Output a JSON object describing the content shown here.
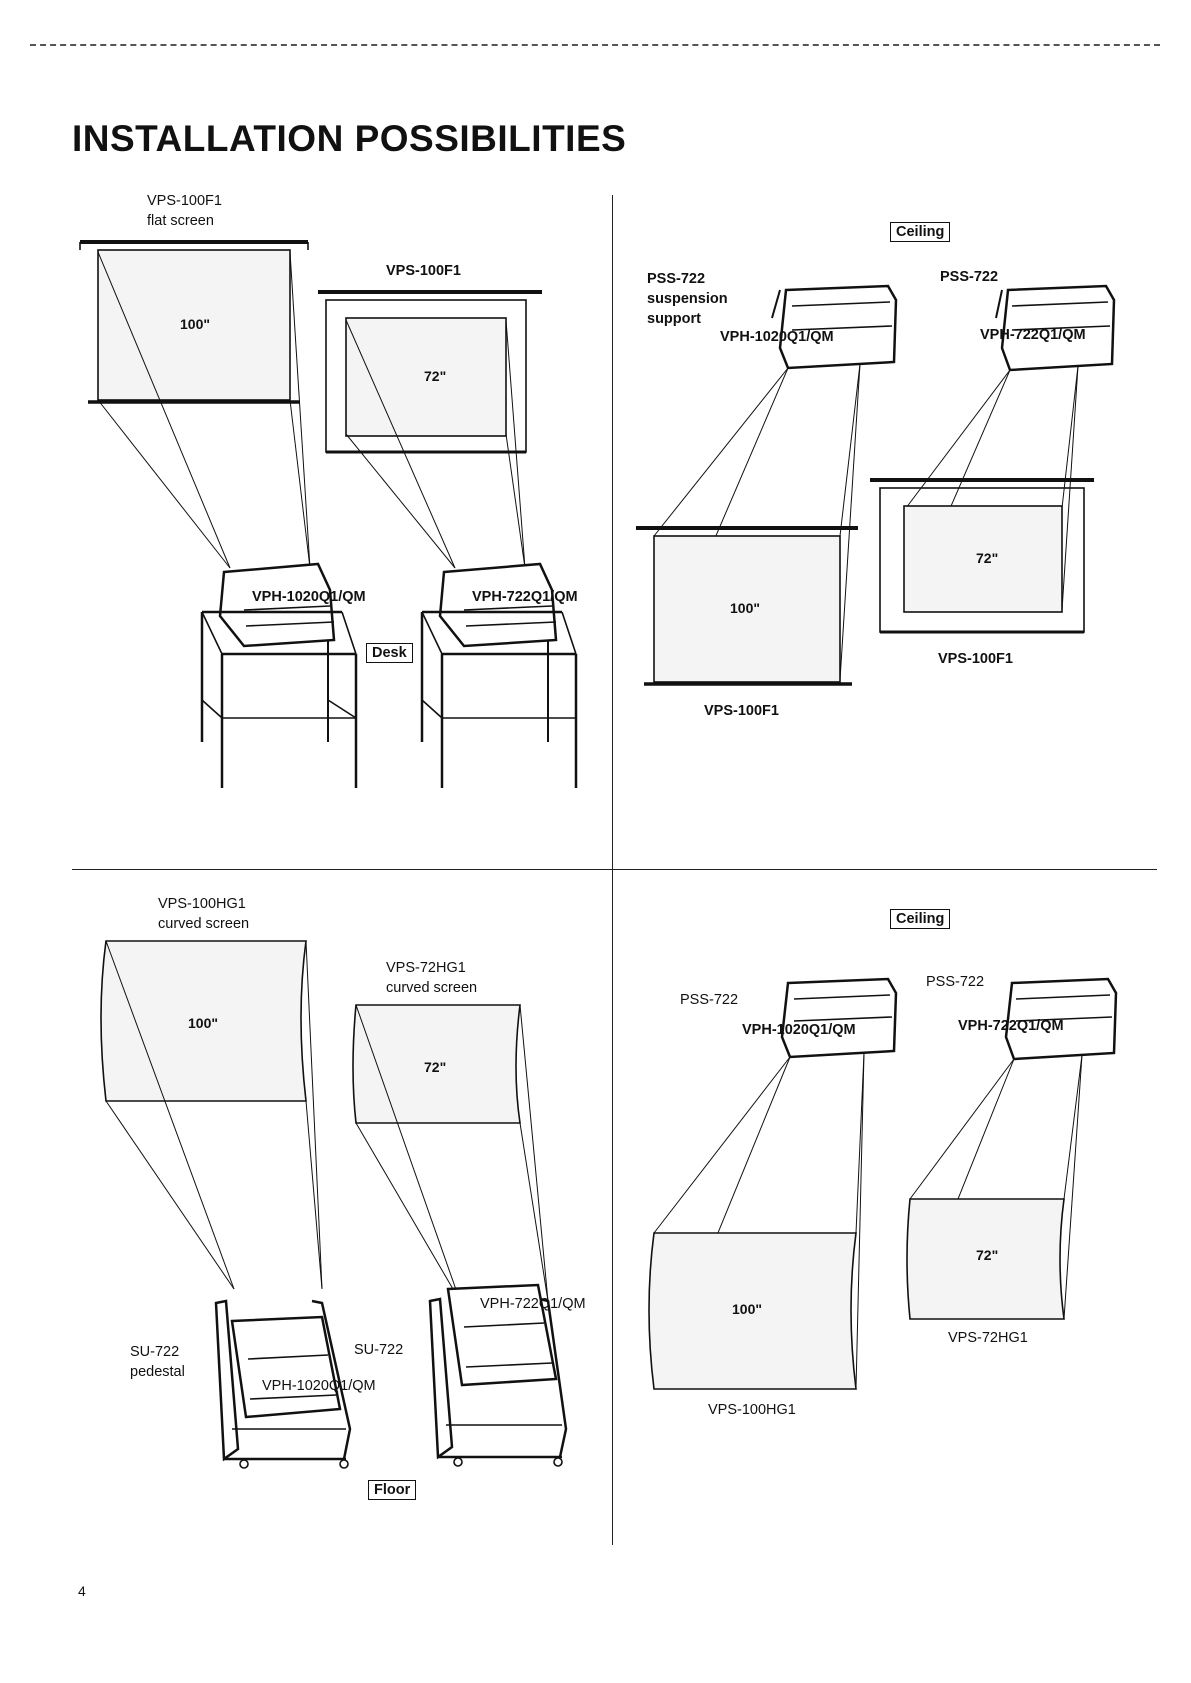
{
  "title": "INSTALLATION POSSIBILITIES",
  "page_number": "4",
  "desk_panel": {
    "screen_large_line1": "VPS-100F1",
    "screen_large_line2": "flat screen",
    "screen_small": "VPS-100F1",
    "size_large": "100\"",
    "size_small": "72\"",
    "projector_large": "VPH-1020Q1/QM",
    "projector_small": "VPH-722Q1/QM",
    "location": "Desk"
  },
  "ceiling_flat_panel": {
    "location": "Ceiling",
    "support_line1": "PSS-722",
    "support_line2": "suspension",
    "support_line3": "support",
    "support_right": "PSS-722",
    "projector_large": "VPH-1020Q1/QM",
    "projector_small": "VPH-722Q1/QM",
    "size_large": "100\"",
    "size_small": "72\"",
    "screen_large": "VPS-100F1",
    "screen_small": "VPS-100F1"
  },
  "floor_panel": {
    "screen_large_line1": "VPS-100HG1",
    "screen_large_line2": "curved screen",
    "screen_small_line1": "VPS-72HG1",
    "screen_small_line2": "curved screen",
    "size_large": "100\"",
    "size_small": "72\"",
    "projector_small": "VPH-722Q1/QM",
    "projector_large": "VPH-1020Q1/QM",
    "pedestal_line1": "SU-722",
    "pedestal_line2": "pedestal",
    "pedestal_small": "SU-722",
    "location": "Floor"
  },
  "ceiling_curved_panel": {
    "location": "Ceiling",
    "support_left": "PSS-722",
    "support_right": "PSS-722",
    "projector_large": "VPH-1020Q1/QM",
    "projector_small": "VPH-722Q1/QM",
    "size_large": "100\"",
    "size_small": "72\"",
    "screen_large": "VPS-100HG1",
    "screen_small": "VPS-72HG1"
  }
}
